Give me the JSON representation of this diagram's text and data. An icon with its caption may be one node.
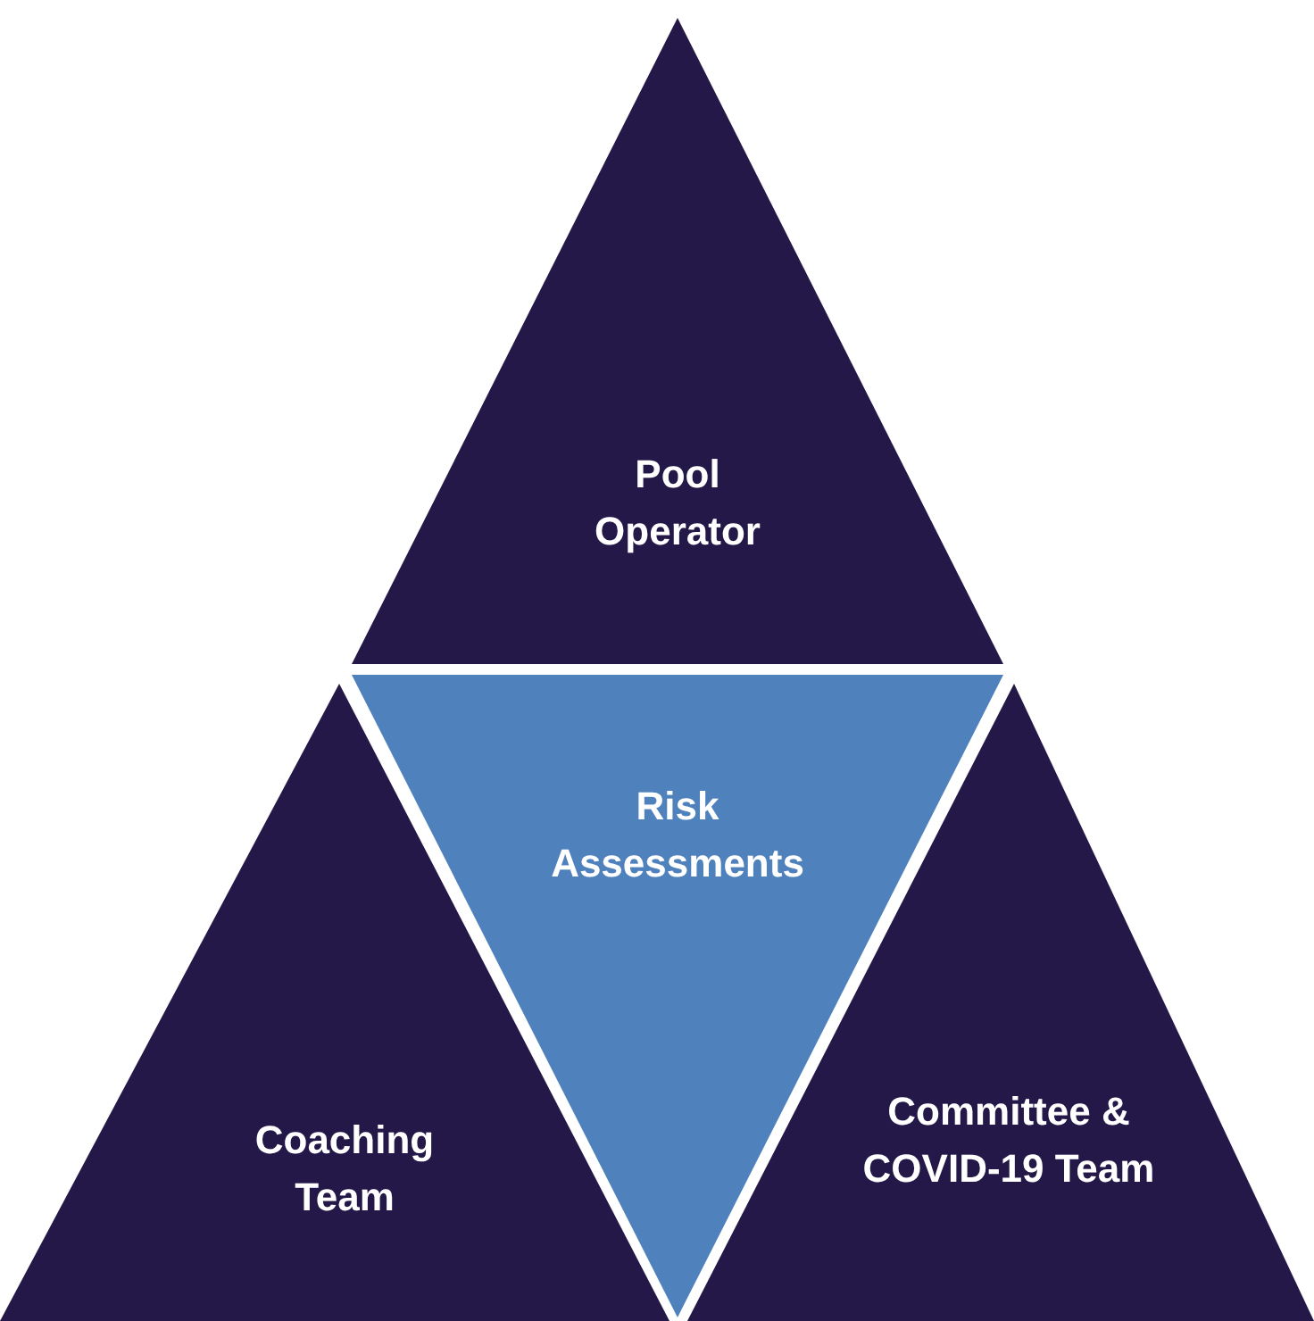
{
  "diagram": {
    "nodes": [
      {
        "text": [
          "Pool Operator"
        ]
      },
      {
        "text": [
          "Risk Assessments"
        ]
      },
      {
        "text": [
          "Coaching Team"
        ]
      },
      {
        "text": [
          "Committee & COVID-19 Team"
        ]
      }
    ]
  }
}
